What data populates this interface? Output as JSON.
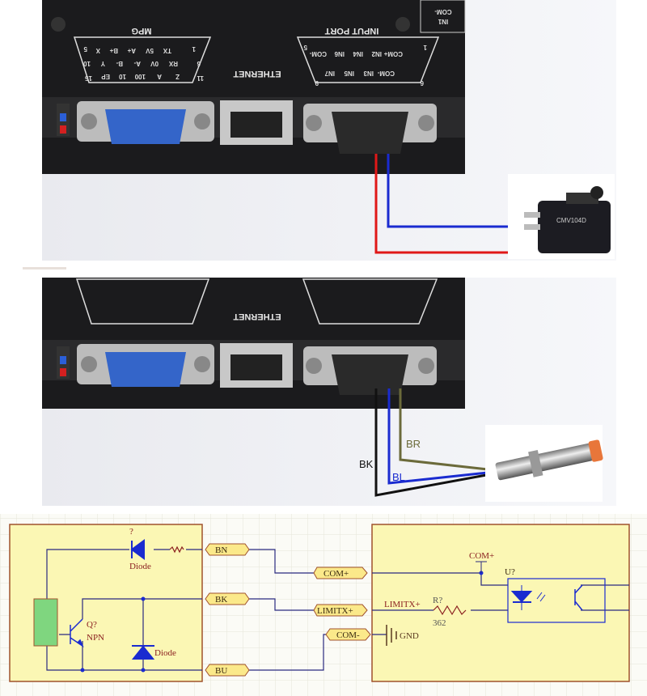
{
  "panel_top": {
    "device_labels": {
      "mpg": "MPG",
      "input_port": "INPUT PORT",
      "ethernet": "ETHERNET",
      "corner_1": "COM-",
      "corner_2": "IN1"
    },
    "mpg_pins": {
      "numbers": [
        "1",
        "5",
        "6",
        "10",
        "11",
        "15"
      ],
      "row1": [
        "TX",
        "5V",
        "A+",
        "B+",
        "X"
      ],
      "row2": [
        "RX",
        "0V",
        "A-",
        "B-",
        "Y"
      ],
      "row3": [
        "Z",
        "A",
        "100",
        "10",
        "EP"
      ]
    },
    "input_pins": {
      "numbers": [
        "1",
        "5",
        "6",
        "9"
      ],
      "row1": [
        "COM+",
        "IN2",
        "IN4",
        "IN6",
        "COM-"
      ],
      "row2": [
        "COM-",
        "IN3",
        "IN5",
        "IN7"
      ]
    },
    "switch_label": "CMV104D",
    "wire_colors": {
      "red": "#e01818",
      "blue": "#1a2bd0"
    }
  },
  "panel_bottom": {
    "wire_labels": {
      "bk": "BK",
      "bl": "BL",
      "br": "BR"
    },
    "wire_colors": {
      "bk": "#111111",
      "bl": "#1a2bd0",
      "br": "#6b6a3a"
    }
  },
  "schematic": {
    "sensor": {
      "diode_top_ref": "?",
      "diode_top_label": "Diode",
      "diode_bottom_label": "Diode",
      "transistor_ref": "Q?",
      "transistor_type": "NPN",
      "ports": [
        "BN",
        "BK",
        "BU"
      ]
    },
    "controller": {
      "ports": [
        "COM+",
        "LIMITX+",
        "COM-"
      ],
      "net_com": "COM+",
      "net_limit": "LIMITX+",
      "resistor_ref": "R?",
      "resistor_value": "362",
      "gnd_label": "GND",
      "opto_ref": "U?"
    },
    "colors": {
      "box_fill": "#fbf7b4",
      "box_border": "#a0522d",
      "wire": "#2a2a80",
      "component": "#1a2bd0",
      "port_fill": "#fbe98a",
      "sensor_block": "#7fd67f"
    }
  }
}
